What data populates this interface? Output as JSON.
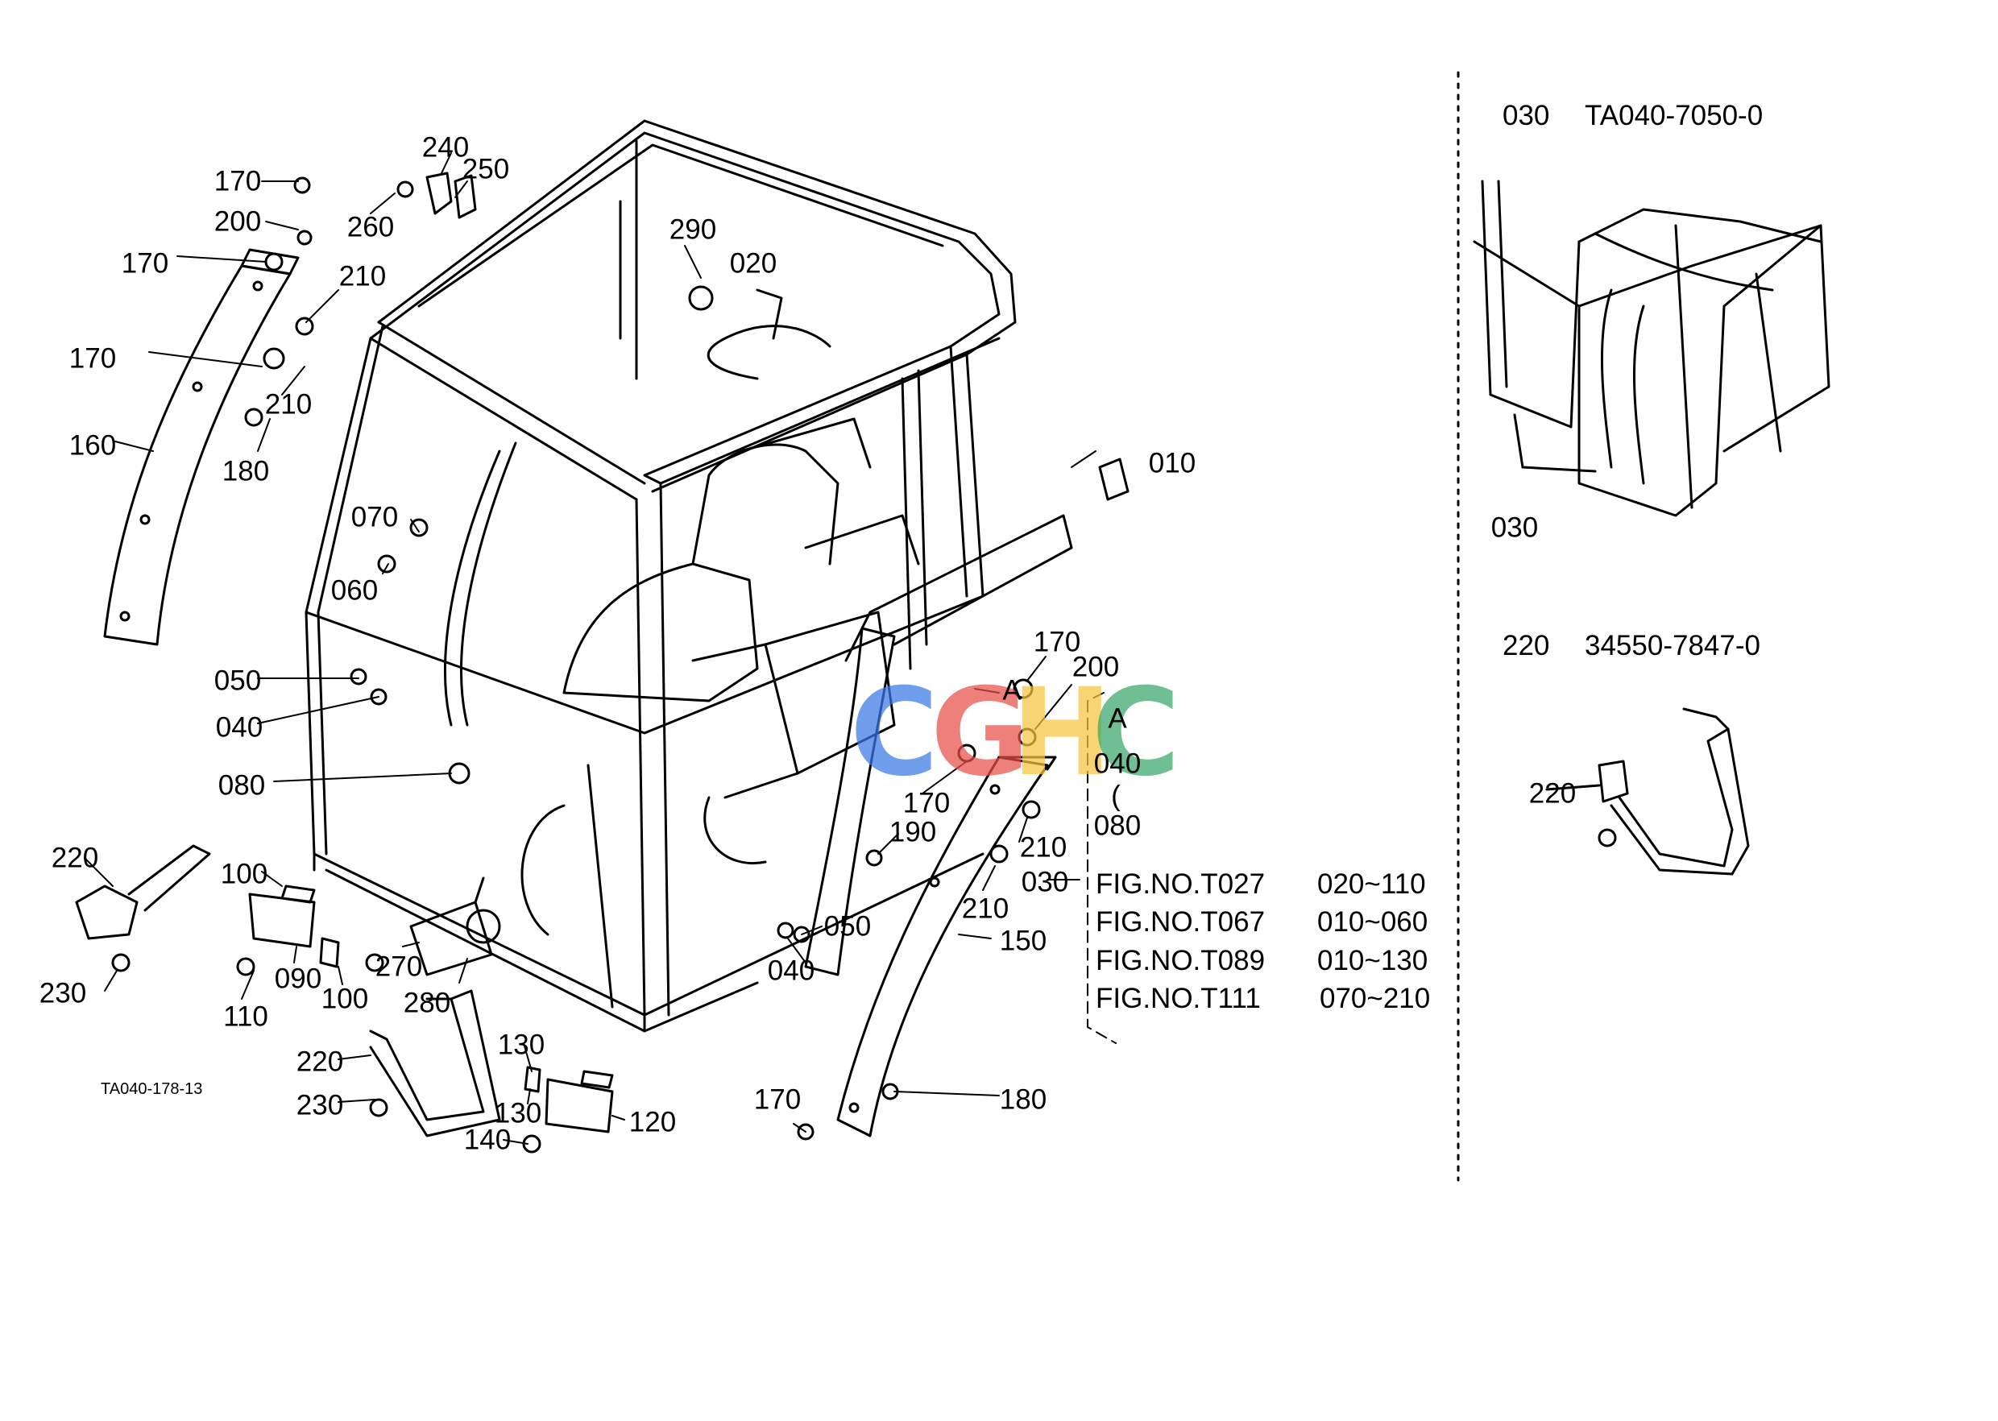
{
  "drawing_code": "TA040-178-13",
  "watermark": {
    "letters": [
      {
        "char": "C",
        "color": "#3a78e6"
      },
      {
        "char": "G",
        "color": "#e8504a"
      },
      {
        "char": "H",
        "color": "#f6c640"
      },
      {
        "char": "C",
        "color": "#3aa66a"
      }
    ]
  },
  "callouts": [
    "170",
    "200",
    "170",
    "170",
    "160",
    "210",
    "210",
    "180",
    "240",
    "250",
    "260",
    "290",
    "020",
    "010",
    "070",
    "060",
    "050",
    "040",
    "080",
    "220",
    "230",
    "100",
    "110",
    "090",
    "100",
    "270",
    "280",
    "220",
    "230",
    "130",
    "130",
    "120",
    "140",
    "170",
    "200",
    "170",
    "190",
    "210",
    "210",
    "050",
    "040",
    "150",
    "180",
    "170",
    "030",
    "A",
    "A",
    "040",
    "(",
    "080"
  ],
  "figure_refs": [
    {
      "fig": "FIG.NO.T027",
      "range": "020~110"
    },
    {
      "fig": "FIG.NO.T067",
      "range": "010~060"
    },
    {
      "fig": "FIG.NO.T089",
      "range": "010~130"
    },
    {
      "fig": "FIG.NO.T111",
      "range": "070~210"
    }
  ],
  "inserts": [
    {
      "ref": "030",
      "part_no": "TA040-7050-0",
      "callout": "030"
    },
    {
      "ref": "220",
      "part_no": "34550-7847-0",
      "callout": "220"
    }
  ]
}
